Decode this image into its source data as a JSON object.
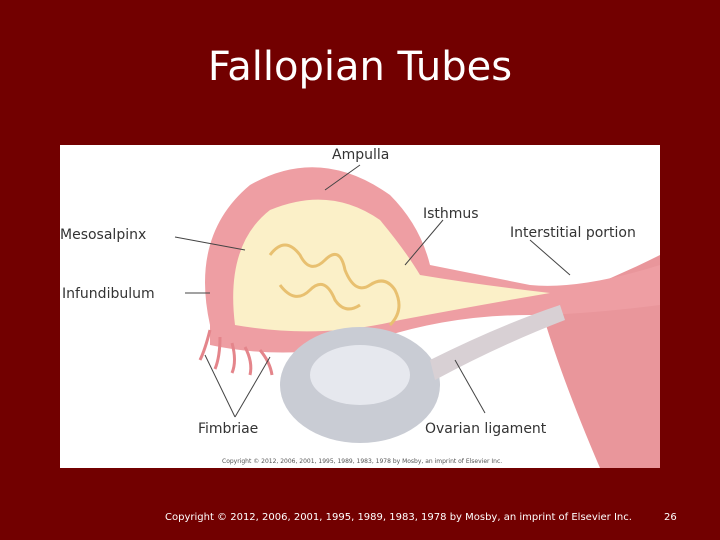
{
  "slide": {
    "title": "Fallopian Tubes",
    "footer": "Copyright © 2012, 2006, 2001, 1995, 1989, 1983, 1978 by Mosby, an imprint of Elsevier Inc.",
    "page_number": "26",
    "background_color": "#720000"
  },
  "figure": {
    "labels": {
      "ampulla": "Ampulla",
      "isthmus": "Isthmus",
      "mesosalpinx": "Mesosalpinx",
      "interstitial": "Interstitial portion",
      "infundibulum": "Infundibulum",
      "fimbriae": "Fimbriae",
      "ovarian_ligament": "Ovarian ligament"
    },
    "copyright": "Copyright © 2012, 2006, 2001, 1995, 1989, 1983, 1978 by Mosby, an imprint of Elsevier Inc."
  }
}
